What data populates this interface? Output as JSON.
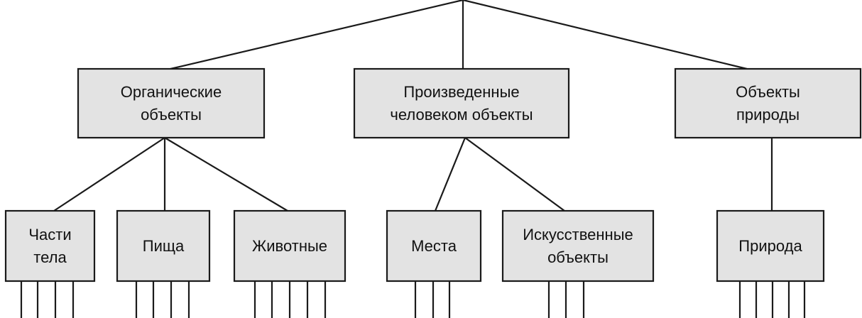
{
  "diagram": {
    "nodes": [
      {
        "id": "organic",
        "lines": [
          "Органические",
          "объекты"
        ]
      },
      {
        "id": "man-made",
        "lines": [
          "Произведенные",
          "человеком объекты"
        ]
      },
      {
        "id": "nature-objects",
        "lines": [
          "Объекты",
          "природы"
        ]
      },
      {
        "id": "body-parts",
        "lines": [
          "Части",
          "тела"
        ]
      },
      {
        "id": "food",
        "lines": [
          "Пища"
        ]
      },
      {
        "id": "animals",
        "lines": [
          "Животные"
        ]
      },
      {
        "id": "places",
        "lines": [
          "Места"
        ]
      },
      {
        "id": "artificial",
        "lines": [
          "Искусственные",
          "объекты"
        ]
      },
      {
        "id": "nature",
        "lines": [
          "Природа"
        ]
      }
    ],
    "edges": [
      [
        "root",
        "organic"
      ],
      [
        "root",
        "man-made"
      ],
      [
        "root",
        "nature-objects"
      ],
      [
        "organic",
        "body-parts"
      ],
      [
        "organic",
        "food"
      ],
      [
        "organic",
        "animals"
      ],
      [
        "man-made",
        "places"
      ],
      [
        "man-made",
        "artificial"
      ],
      [
        "nature-objects",
        "nature"
      ]
    ],
    "leaf_branches": {
      "body-parts": 4,
      "food": 4,
      "animals": 5,
      "places": 3,
      "artificial": 3,
      "nature": 5
    }
  }
}
